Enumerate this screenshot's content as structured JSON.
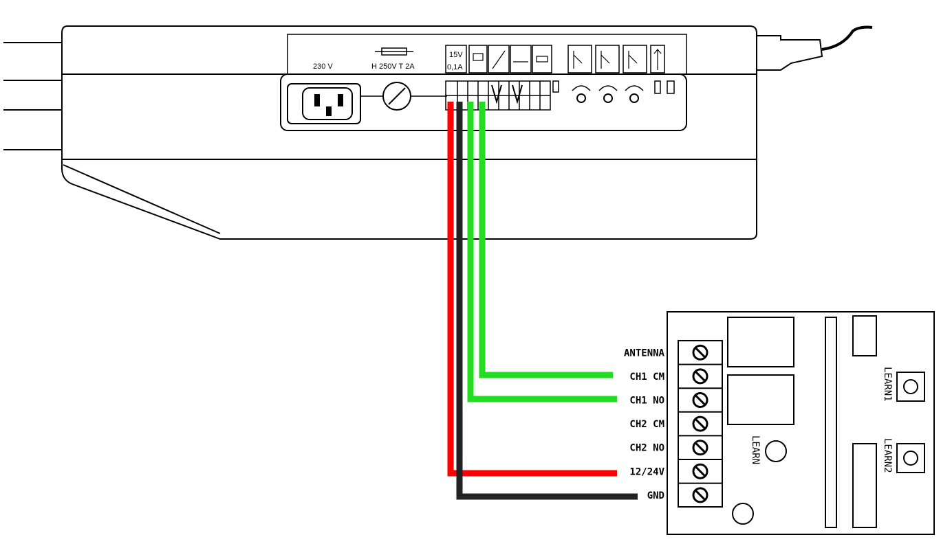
{
  "opener": {
    "voltage_label": "230 V",
    "fuse_label": "H 250V T 2A",
    "output_label_line1": "15V",
    "output_label_line2": "0,1A"
  },
  "receiver": {
    "terminals": [
      {
        "label": "ANTENNA"
      },
      {
        "label": "CH1 CM"
      },
      {
        "label": "CH1 NO"
      },
      {
        "label": "CH2 CM"
      },
      {
        "label": "CH2 NO"
      },
      {
        "label": "12/24V"
      },
      {
        "label": "GND"
      }
    ],
    "learn_label": "LEARN",
    "learn1_label": "LEARN1",
    "learn2_label": "LEARN2"
  },
  "wires": [
    {
      "color": "#ff0000",
      "to": "12/24V"
    },
    {
      "color": "#222222",
      "to": "GND"
    },
    {
      "color": "#22dd22",
      "to": "CH1 NO"
    },
    {
      "color": "#22dd22",
      "to": "CH1 CM"
    }
  ]
}
